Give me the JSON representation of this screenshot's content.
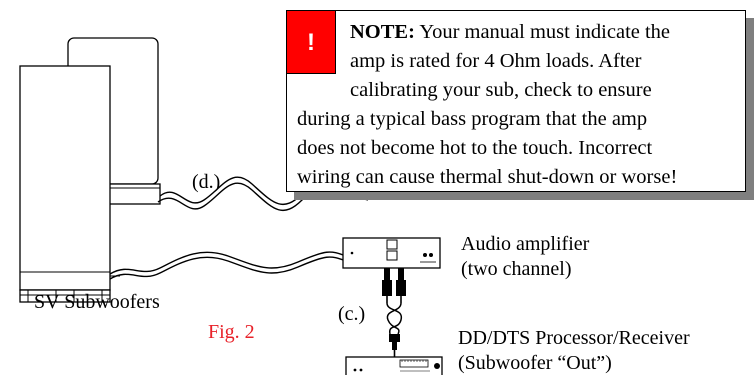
{
  "note": {
    "badge": "!",
    "title": "NOTE:",
    "line1_rest": "Your manual must indicate the",
    "line2": "amp is rated for 4 Ohm loads.  After",
    "line3": "calibrating your sub, check to ensure",
    "line4": "during a typical bass program that the amp",
    "line5": "does not become hot to the touch.  Incorrect",
    "line6": "wiring can cause thermal shut-down or worse!"
  },
  "labels": {
    "cable_d": "(d.)",
    "cable_c": "(c.)",
    "amp_line1": "Audio amplifier",
    "amp_line2": "(two channel)",
    "subwoofers": "SV Subwoofers",
    "figure": "Fig. 2",
    "proc_line1": "DD/DTS Processor/Receiver",
    "proc_line2": "(Subwoofer “Out”)"
  },
  "colors": {
    "badge": "#ff0000",
    "figure_label": "#e8222a",
    "shadow": "#7f7f7f"
  }
}
